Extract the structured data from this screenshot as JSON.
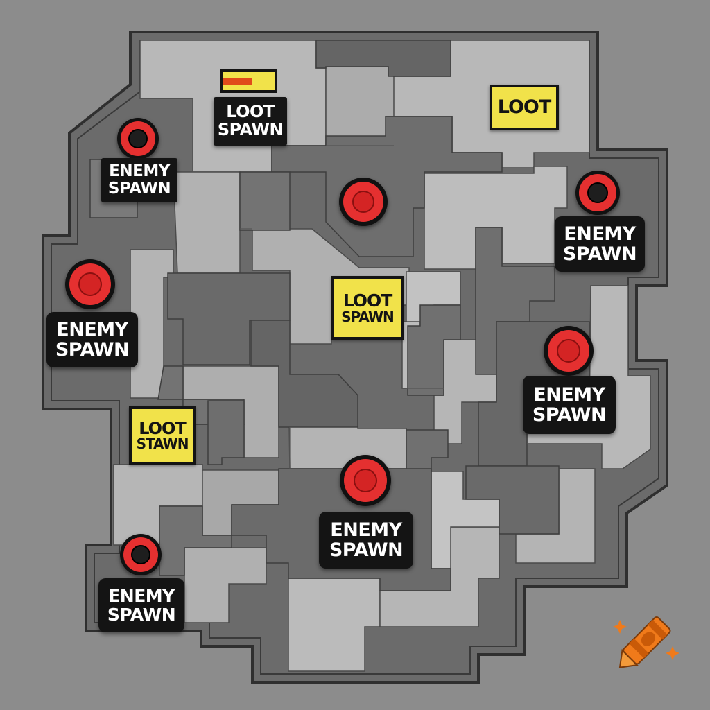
{
  "colors": {
    "background": "#8c8c8c",
    "floor_light": "#b9b9b9",
    "floor_mid": "#a6a6a6",
    "wall_dark": "#6a6a6a",
    "outline": "#2e2e2e",
    "enemy_red": "#e53030",
    "loot_yellow": "#f1e24a",
    "label_black": "#141414"
  },
  "enemy_spawns": [
    {
      "label_line1": "ENEMY",
      "label_line2": "SPAWN",
      "marker_style": "dark-core"
    },
    {
      "label_line1": "ENEMY",
      "label_line2": "SPAWN",
      "marker_style": "dark-core"
    },
    {
      "label_line1": "ENEMY",
      "label_line2": "SPAWN",
      "marker_style": "red-core"
    },
    {
      "label_line1": "ENEMY",
      "label_line2": "SPAWN",
      "marker_style": "red-core"
    },
    {
      "label_line1": "ENEMY",
      "label_line2": "SPAWN",
      "marker_style": "red-core"
    },
    {
      "label_line1": "ENEMY",
      "label_line2": "SPAWN",
      "marker_style": "dark-core"
    }
  ],
  "loot_spawns": [
    {
      "line1": "LOOT",
      "line2": "SPAWN",
      "style": "dark"
    },
    {
      "line1": "LOOT",
      "line2": "",
      "style": "yellow"
    },
    {
      "line1": "LOOT",
      "line2": "SPAWN",
      "style": "yellow"
    },
    {
      "line1": "LOOT",
      "line2": "STAWN",
      "style": "yellow"
    }
  ],
  "icons": [
    "enemy-spawn-marker-icon",
    "loot-bar-icon",
    "crayon-logo-icon",
    "sparkle-icon"
  ]
}
